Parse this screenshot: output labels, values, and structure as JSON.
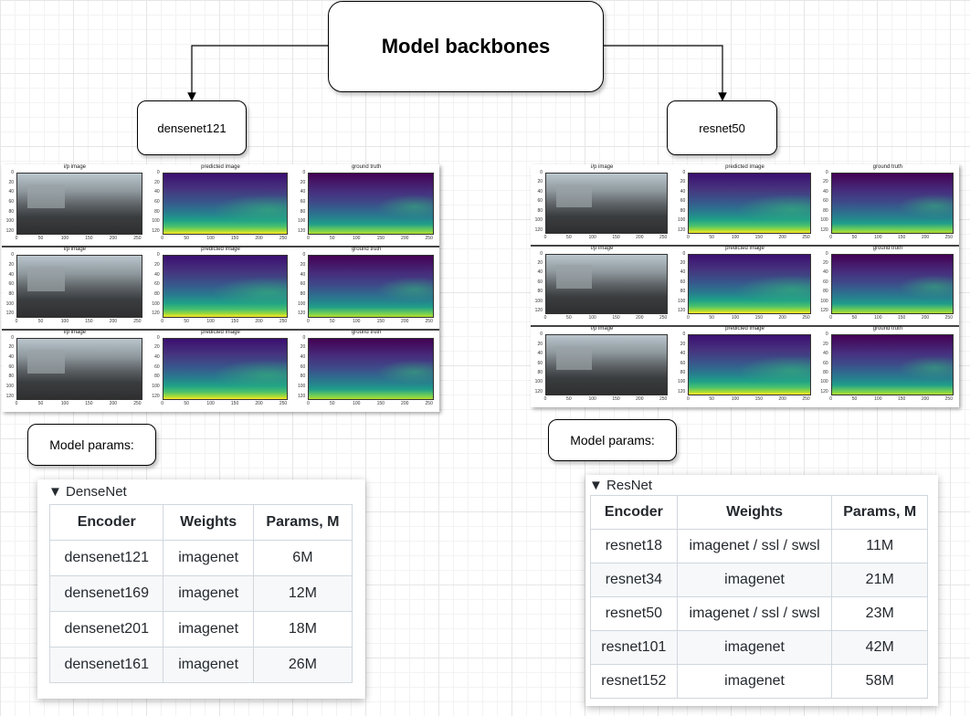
{
  "title": "Model backbones",
  "backbones": {
    "left": {
      "name": "densenet121",
      "params_label": "Model params:"
    },
    "right": {
      "name": "resnet50",
      "params_label": "Model params:"
    }
  },
  "figure": {
    "panel_titles": [
      "i/p image",
      "predicted image",
      "ground truth"
    ],
    "y_ticks": [
      "0",
      "20",
      "40",
      "60",
      "80",
      "100",
      "120"
    ],
    "x_ticks": [
      "0",
      "50",
      "100",
      "150",
      "200",
      "250"
    ]
  },
  "tables": {
    "densenet": {
      "summary": "▼ DenseNet",
      "headers": [
        "Encoder",
        "Weights",
        "Params, M"
      ],
      "rows": [
        [
          "densenet121",
          "imagenet",
          "6M"
        ],
        [
          "densenet169",
          "imagenet",
          "12M"
        ],
        [
          "densenet201",
          "imagenet",
          "18M"
        ],
        [
          "densenet161",
          "imagenet",
          "26M"
        ]
      ]
    },
    "resnet": {
      "summary": "▼ ResNet",
      "headers": [
        "Encoder",
        "Weights",
        "Params, M"
      ],
      "rows": [
        [
          "resnet18",
          "imagenet / ssl / swsl",
          "11M"
        ],
        [
          "resnet34",
          "imagenet",
          "21M"
        ],
        [
          "resnet50",
          "imagenet / ssl / swsl",
          "23M"
        ],
        [
          "resnet101",
          "imagenet",
          "42M"
        ],
        [
          "resnet152",
          "imagenet",
          "58M"
        ]
      ]
    }
  }
}
